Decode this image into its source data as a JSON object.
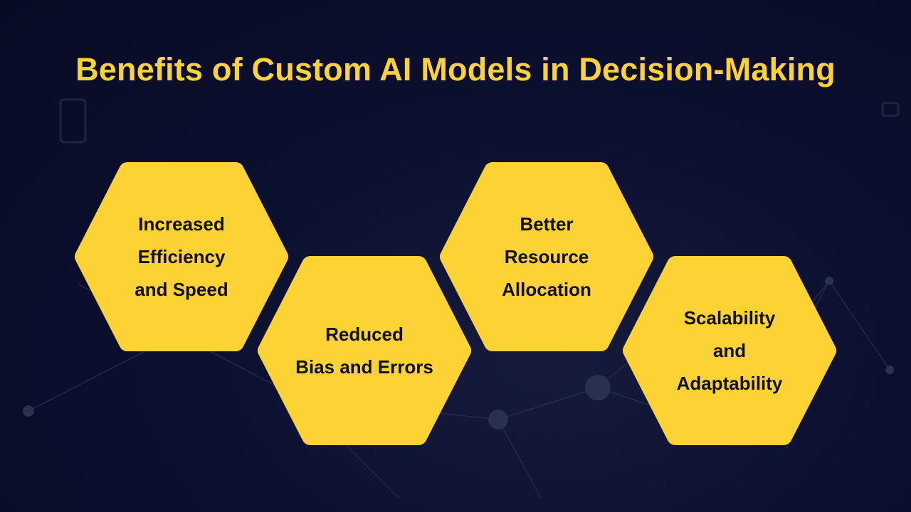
{
  "title": "Benefits of Custom AI Models in Decision-Making",
  "colors": {
    "accent": "#fdd235",
    "background": "#0c1030",
    "text_dark": "#111114"
  },
  "benefits": [
    {
      "lines": [
        "Increased",
        "Efficiency",
        "and Speed"
      ]
    },
    {
      "lines": [
        "Reduced",
        "Bias and Errors"
      ]
    },
    {
      "lines": [
        "Better",
        "Resource",
        "Allocation"
      ]
    },
    {
      "lines": [
        "Scalability",
        "and",
        "Adaptability"
      ]
    }
  ]
}
